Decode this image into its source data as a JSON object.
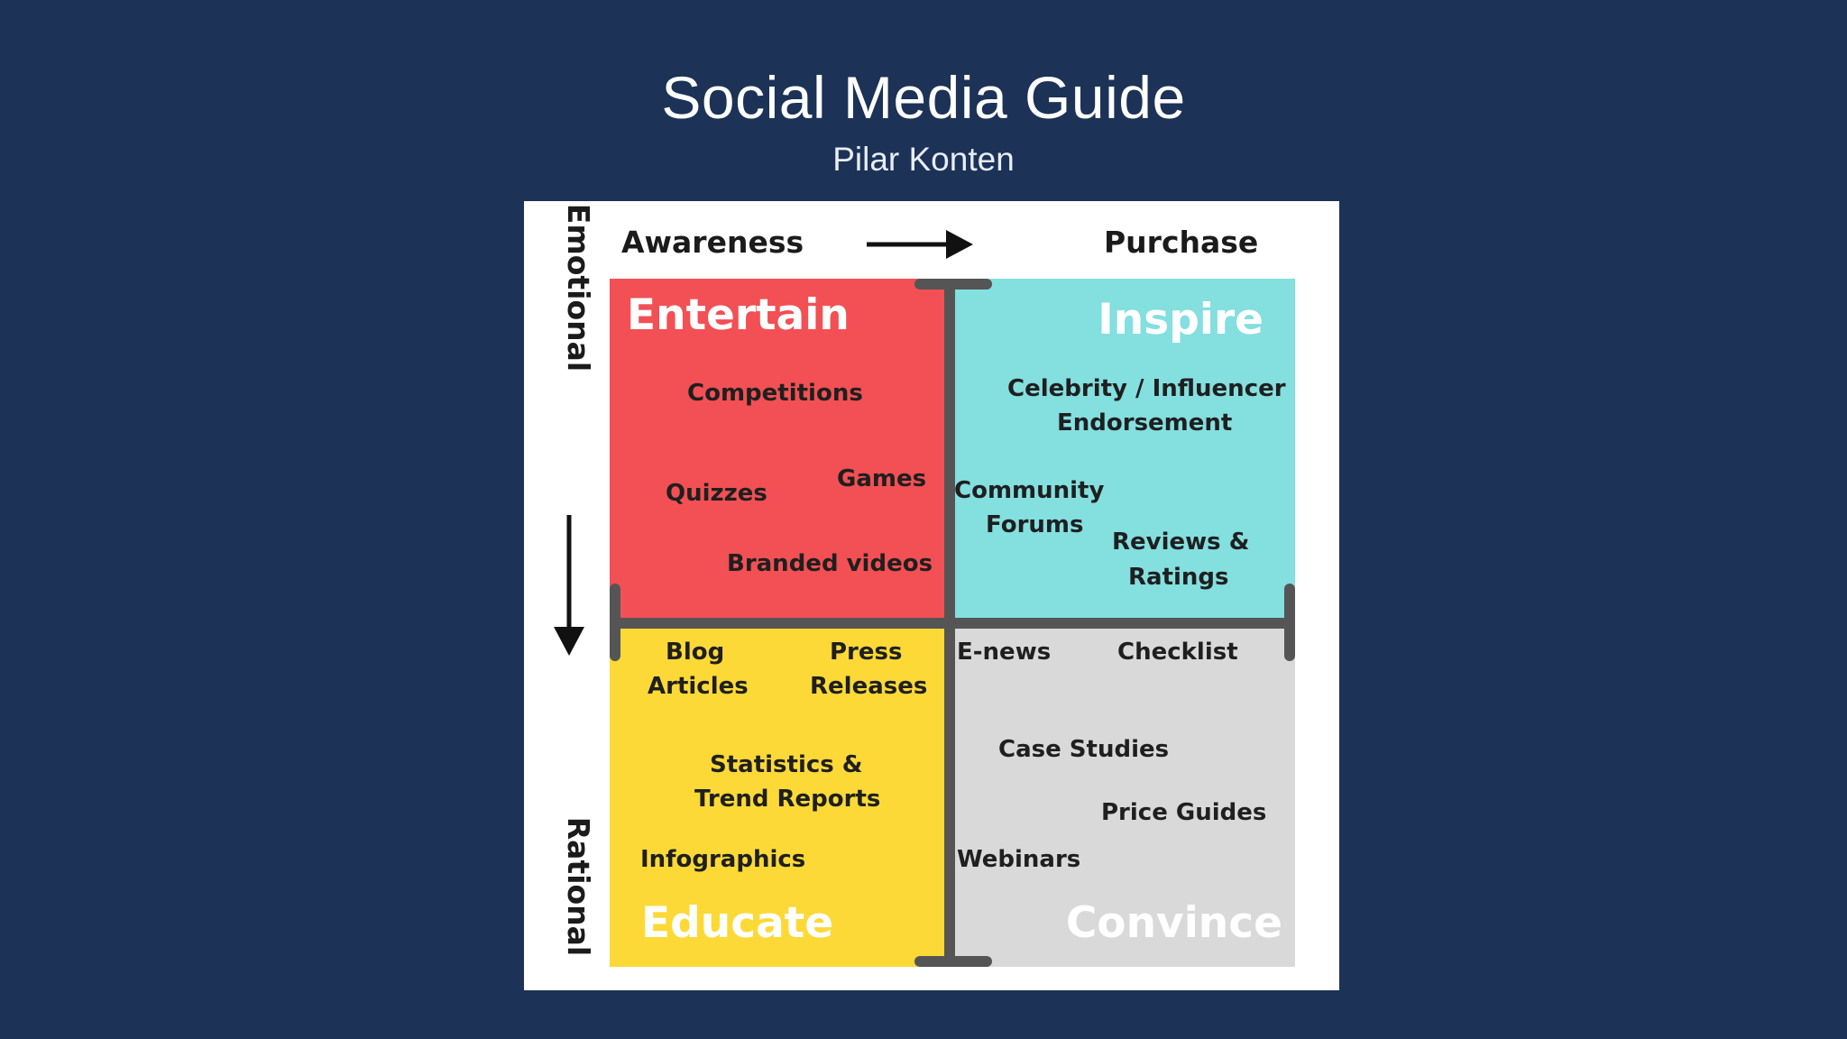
{
  "slide": {
    "title": "Social Media Guide",
    "subtitle": "Pilar Konten"
  },
  "diagram": {
    "axis_top_left": "Awareness",
    "axis_top_right": "Purchase",
    "axis_left_top": "Emotional",
    "axis_left_bottom": "Rational",
    "quadrants": {
      "entertain": {
        "title": "Entertain",
        "items": [
          "Competitions",
          "Games",
          "Quizzes",
          "Branded videos"
        ]
      },
      "inspire": {
        "title": "Inspire",
        "items": [
          "Celebrity / Influencer",
          "Endorsement",
          "Community",
          "Forums",
          "Reviews &",
          "Ratings"
        ]
      },
      "educate": {
        "title": "Educate",
        "items": [
          "Blog",
          "Articles",
          "Press",
          "Releases",
          "Statistics &",
          "Trend Reports",
          "Infographics"
        ]
      },
      "convince": {
        "title": "Convince",
        "items": [
          "E-news",
          "Checklist",
          "Case Studies",
          "Price Guides",
          "Webinars"
        ]
      }
    },
    "colors": {
      "background": "#1c3256",
      "entertain": "#f25054",
      "inspire": "#84dfdf",
      "educate": "#fcd937",
      "convince": "#d9d9d9",
      "divider": "#555555"
    }
  }
}
